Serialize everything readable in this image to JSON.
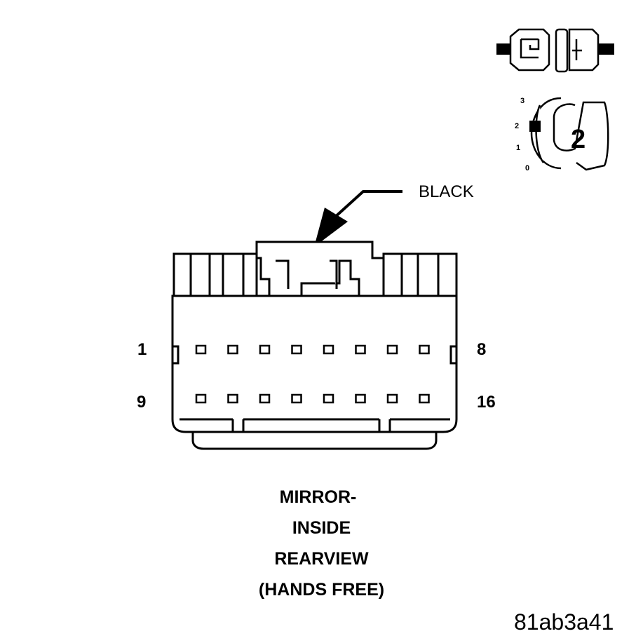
{
  "connector": {
    "color_callout": "BLACK",
    "pin_labels": {
      "top_left": "1",
      "top_right": "8",
      "bottom_left": "9",
      "bottom_right": "16"
    },
    "rows": 2,
    "cavities_per_row": 8
  },
  "title_lines": [
    "MIRROR-",
    "INSIDE",
    "REARVIEW",
    "(HANDS FREE)"
  ],
  "figure_id": "81ab3a41",
  "key_indicator": {
    "scale_labels": [
      "3",
      "2",
      "1",
      "0"
    ],
    "value": "2"
  },
  "icons": [
    "connector-mating-icon",
    "key-position-icon"
  ]
}
